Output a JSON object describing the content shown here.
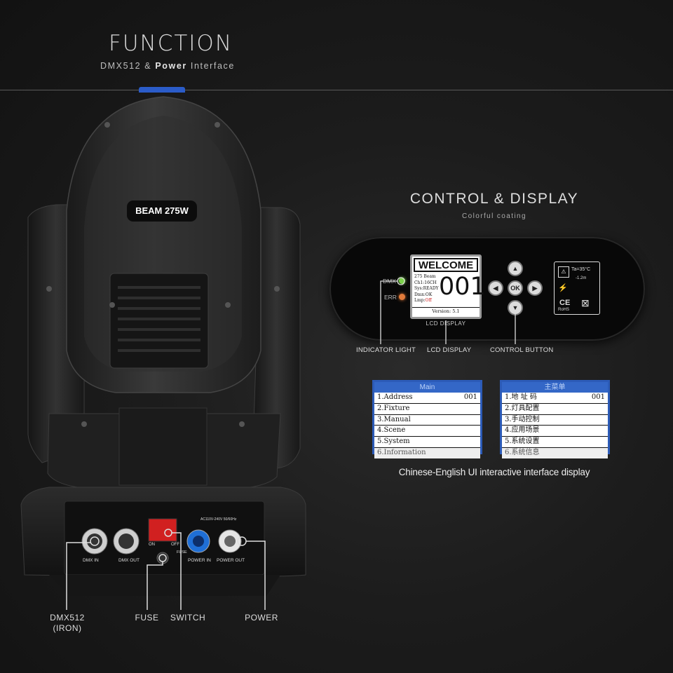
{
  "header": {
    "title": "FUNCTION",
    "subtitle_a": "DMX512 & ",
    "subtitle_b": "Power",
    "subtitle_c": " Interface"
  },
  "fixture": {
    "badge": "BEAM 275W",
    "rear_panel": {
      "dmx_in": "DMX IN",
      "dmx_out": "DMX OUT",
      "on": "ON",
      "off": "OFF",
      "fuse": "FUSE",
      "power_in": "POWER IN",
      "power_out": "POWER OUT",
      "rating": "AC110V-240V 50/60Hz"
    }
  },
  "control": {
    "title": "CONTROL & DISPLAY",
    "subtitle": "Colorful coating",
    "indicators": {
      "dmx": "DMX",
      "err": "ERR"
    },
    "lcd": {
      "welcome": "WELCOME",
      "number": "001",
      "lines": [
        "275 Beam",
        "Ch1:16CH",
        "Sys:READY",
        "Dmx:OK",
        "Lmp:"
      ],
      "lamp_state": "Off",
      "version": "Version: 5.1",
      "caption": "LCD DISPLAY"
    },
    "ok_label": "OK",
    "cert": {
      "temp": "Ta=35°C",
      "dist": "-1.2m",
      "ce": "CE",
      "rohs": "RoHS"
    },
    "callouts": {
      "indicator": "INDICATOR LIGHT",
      "lcd": "LCD DISPLAY",
      "button": "CONTROL BUTTON"
    },
    "colors": {
      "dmx_led": "#7bd24a",
      "err_led": "#e07a3a"
    }
  },
  "menus": {
    "english": {
      "header": "Main",
      "rows": [
        {
          "label": "1.Address",
          "value": "001"
        },
        {
          "label": "2.Fixture",
          "value": ""
        },
        {
          "label": "3.Manual",
          "value": ""
        },
        {
          "label": "4.Scene",
          "value": ""
        },
        {
          "label": "5.System",
          "value": ""
        },
        {
          "label": "6.Information",
          "value": ""
        }
      ]
    },
    "chinese": {
      "header": "主菜单",
      "rows": [
        {
          "label": "1.地 址 码",
          "value": "001"
        },
        {
          "label": "2.灯具配置",
          "value": ""
        },
        {
          "label": "3.手动控制",
          "value": ""
        },
        {
          "label": "4.应用场景",
          "value": ""
        },
        {
          "label": "5.系统设置",
          "value": ""
        },
        {
          "label": "6.系统信息",
          "value": ""
        }
      ]
    },
    "caption": "Chinese-English UI interactive interface display"
  },
  "bottom_labels": {
    "dmx": "DMX512",
    "dmx_sub": "(IRON)",
    "fuse": "FUSE",
    "switch": "SWITCH",
    "power": "POWER"
  }
}
